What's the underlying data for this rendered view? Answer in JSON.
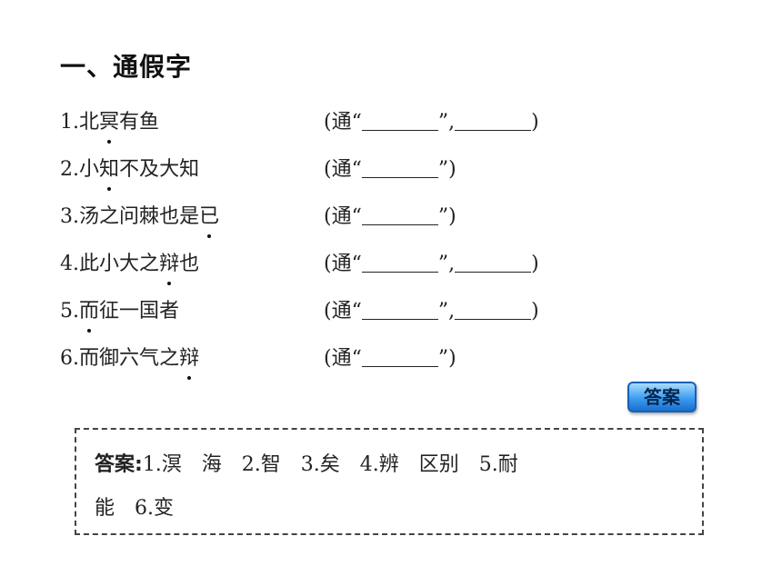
{
  "heading": "一、通假字",
  "items": [
    {
      "num": "1.",
      "chars": "北冥有鱼",
      "dot": 1,
      "ans_open": "(通“",
      "ans_sep": "”,",
      "ans_close": ")",
      "blanks": 2
    },
    {
      "num": "2.",
      "chars": "小知不及大知",
      "dot": 1,
      "ans_open": "(通“",
      "ans_close": "”)",
      "blanks": 1
    },
    {
      "num": "3.",
      "chars": "汤之问棘也是已",
      "dot": 6,
      "ans_open": "(通“",
      "ans_close": "”)",
      "blanks": 1
    },
    {
      "num": "4.",
      "chars": "此小大之辩也",
      "dot": 4,
      "ans_open": "(通“",
      "ans_sep": "”,",
      "ans_close": ")",
      "blanks": 2
    },
    {
      "num": "5.",
      "chars": "而征一国者",
      "dot": 0,
      "ans_open": "(通“",
      "ans_sep": "”,",
      "ans_close": ")",
      "blanks": 2
    },
    {
      "num": "6.",
      "chars": "而御六气之辩",
      "dot": 5,
      "ans_open": "(通“",
      "ans_close": "”)",
      "blanks": 1
    }
  ],
  "answer_button": "答案",
  "answer_box": {
    "label": "答案:",
    "line1": "1.溟　海　2.智　3.矣　4.辨　区别　5.耐",
    "line2": "能　6.变"
  }
}
